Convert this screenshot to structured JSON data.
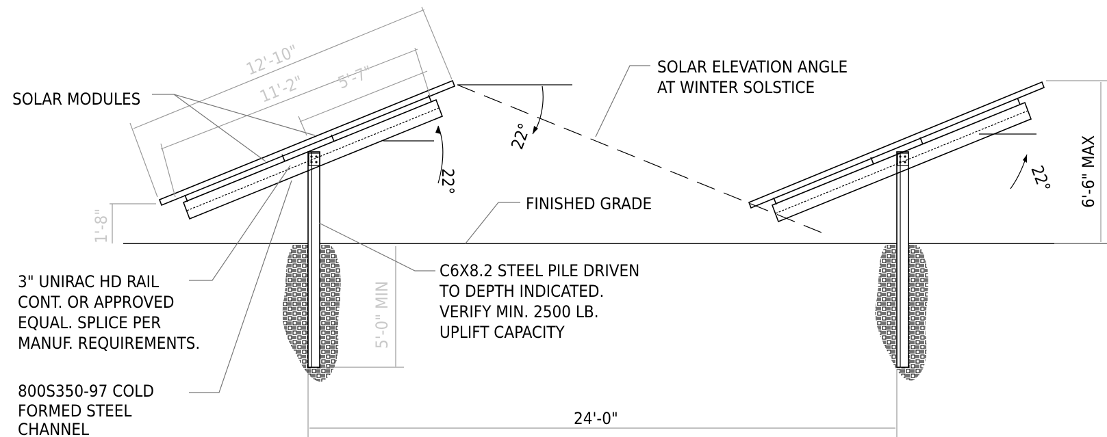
{
  "labels": {
    "solar_modules": "SOLAR MODULES",
    "solar_elevation_1": "SOLAR ELEVATION ANGLE",
    "solar_elevation_2": "AT WINTER SOLSTICE",
    "finished_grade": "FINISHED GRADE",
    "rail_1": "3\" UNIRAC HD RAIL",
    "rail_2": "CONT. OR APPROVED",
    "rail_3": "EQUAL. SPLICE PER",
    "rail_4": "MANUF. REQUIREMENTS.",
    "channel_1": "800S350-97 COLD",
    "channel_2": "FORMED STEEL",
    "channel_3": "CHANNEL",
    "pile_1": "C6X8.2 STEEL PILE DRIVEN",
    "pile_2": "TO DEPTH INDICATED.",
    "pile_3": "VERIFY MIN. 2500 LB.",
    "pile_4": "UPLIFT CAPACITY"
  },
  "dimensions": {
    "array_length": "12'-10\"",
    "rail_length": "11'-2\"",
    "module_length": "5'-7\"",
    "clearance": "1'-8\"",
    "embed_depth": "5'-0\" MIN",
    "row_spacing": "24'-0\"",
    "max_height": "6'-6\" MAX",
    "tilt_left": "22°",
    "solar_angle": "22°",
    "tilt_right": "22°"
  }
}
